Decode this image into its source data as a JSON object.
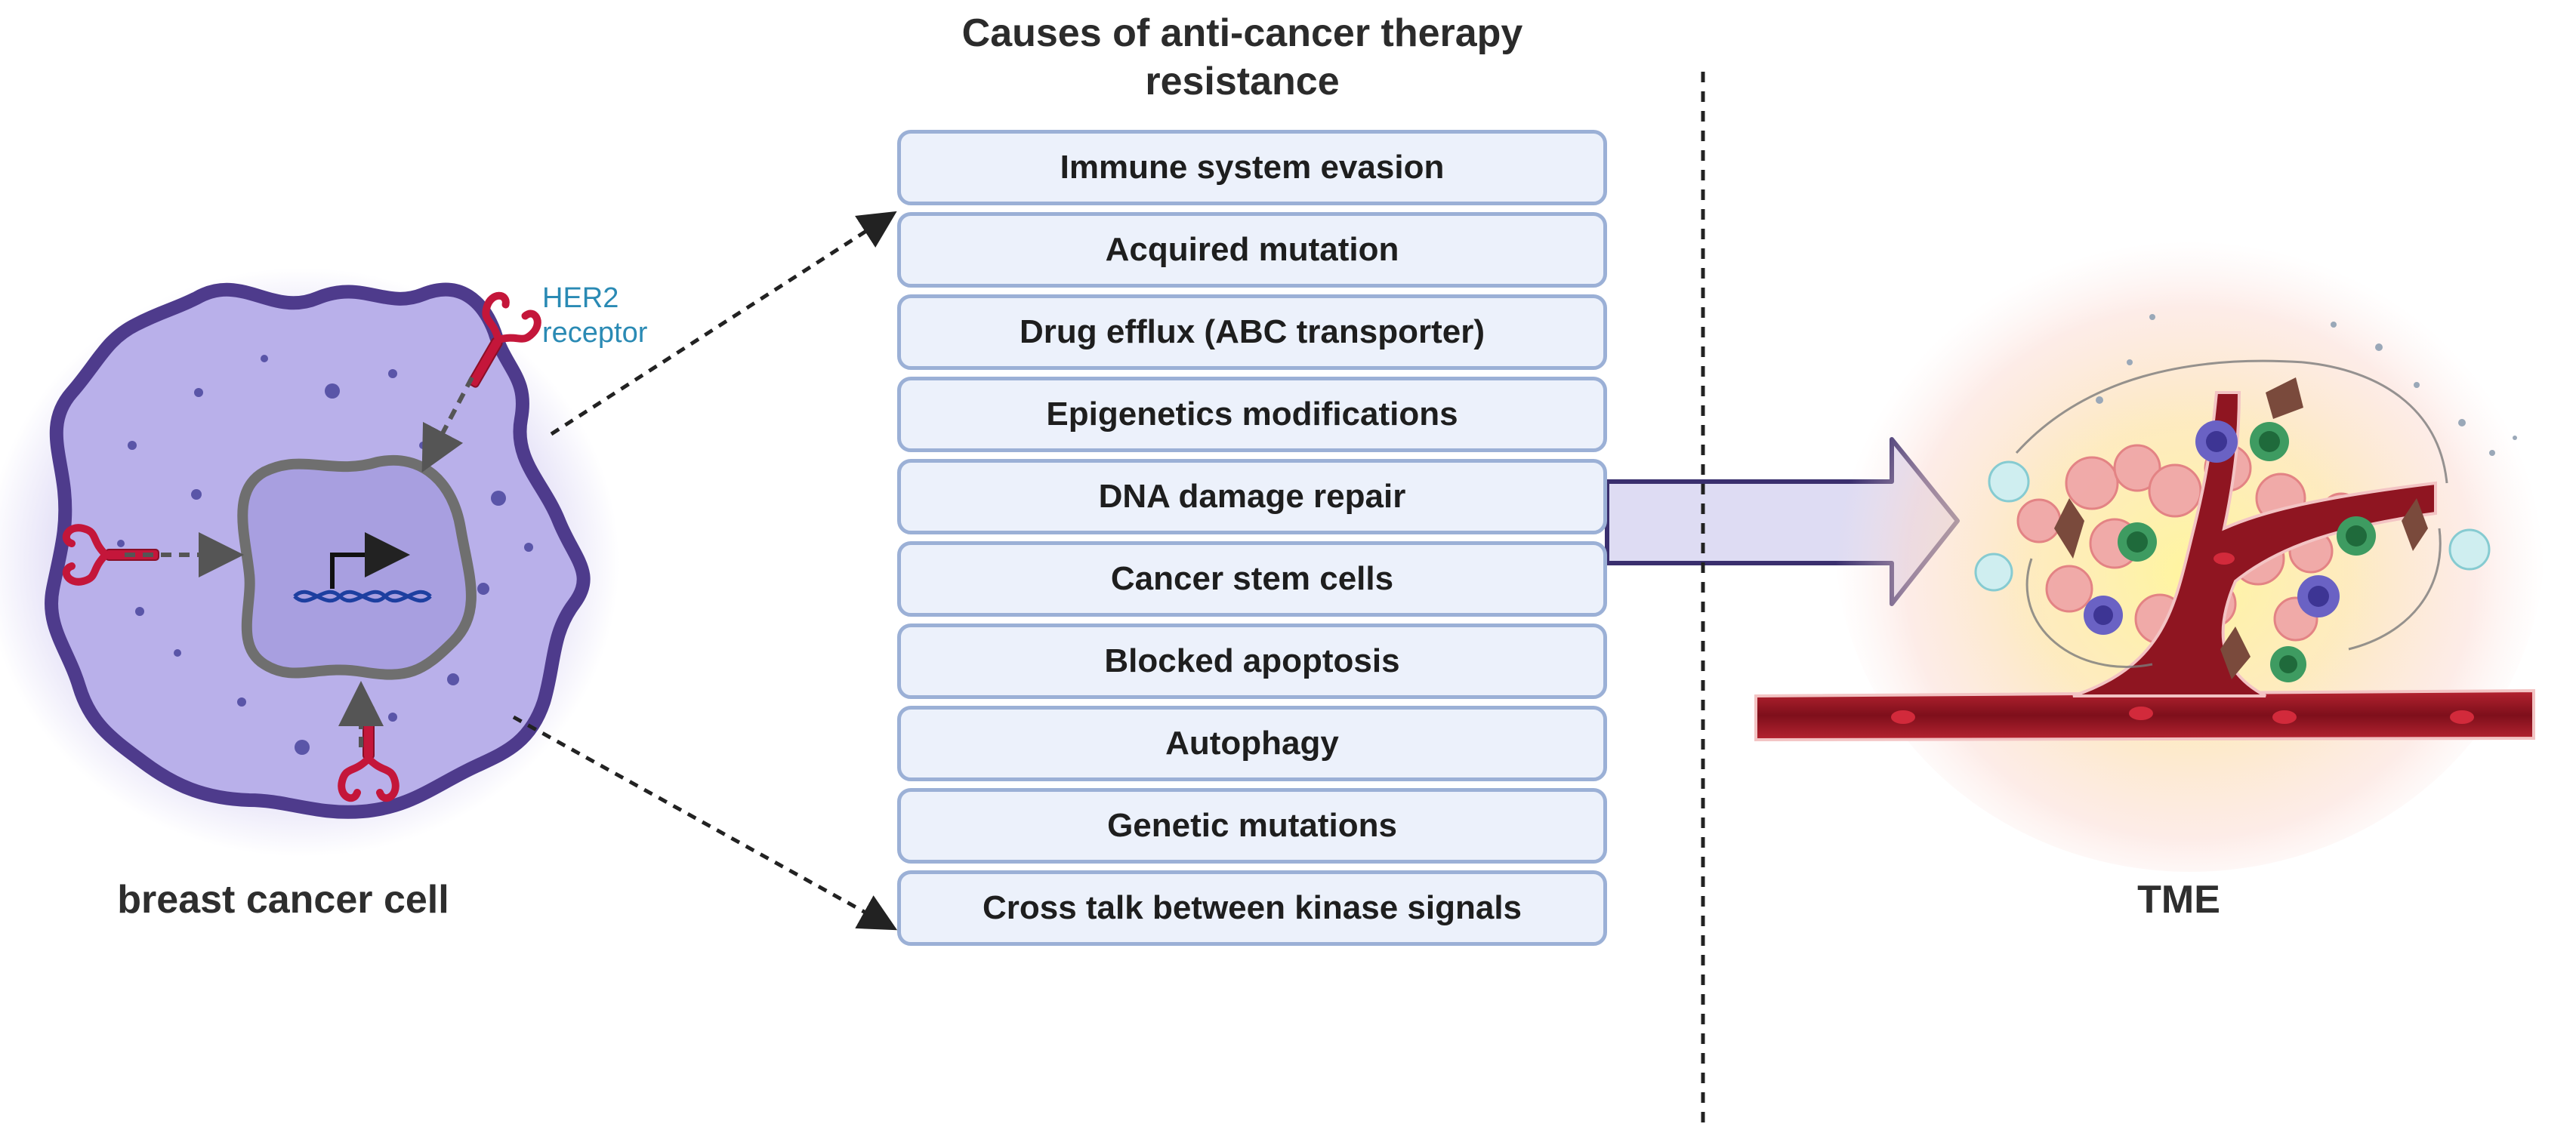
{
  "title_lines": [
    "Causes of anti-cancer therapy",
    "resistance"
  ],
  "causes": [
    "Immune system evasion",
    "Acquired mutation",
    "Drug efflux (ABC transporter)",
    "Epigenetics modifications",
    "DNA damage repair",
    "Cancer stem cells",
    "Blocked apoptosis",
    "Autophagy",
    "Genetic mutations",
    "Cross talk between kinase signals"
  ],
  "cell": {
    "label": "breast cancer cell",
    "receptor_label_lines": [
      "HER2",
      "receptor"
    ]
  },
  "tme": {
    "label": "TME"
  },
  "colors": {
    "box_fill": "#ecf1fb",
    "box_border": "#9bb0d6",
    "cell_fill": "#b9b0ea",
    "cell_border": "#4e3b8c",
    "nucleus_fill": "#a89fe0",
    "receptor": "#c4163a",
    "arrow_fill": "#dedcf3",
    "arrow_stroke": "#3a2f6e",
    "vessel": "#8f1521",
    "receptor_label": "#2a8ab4"
  }
}
